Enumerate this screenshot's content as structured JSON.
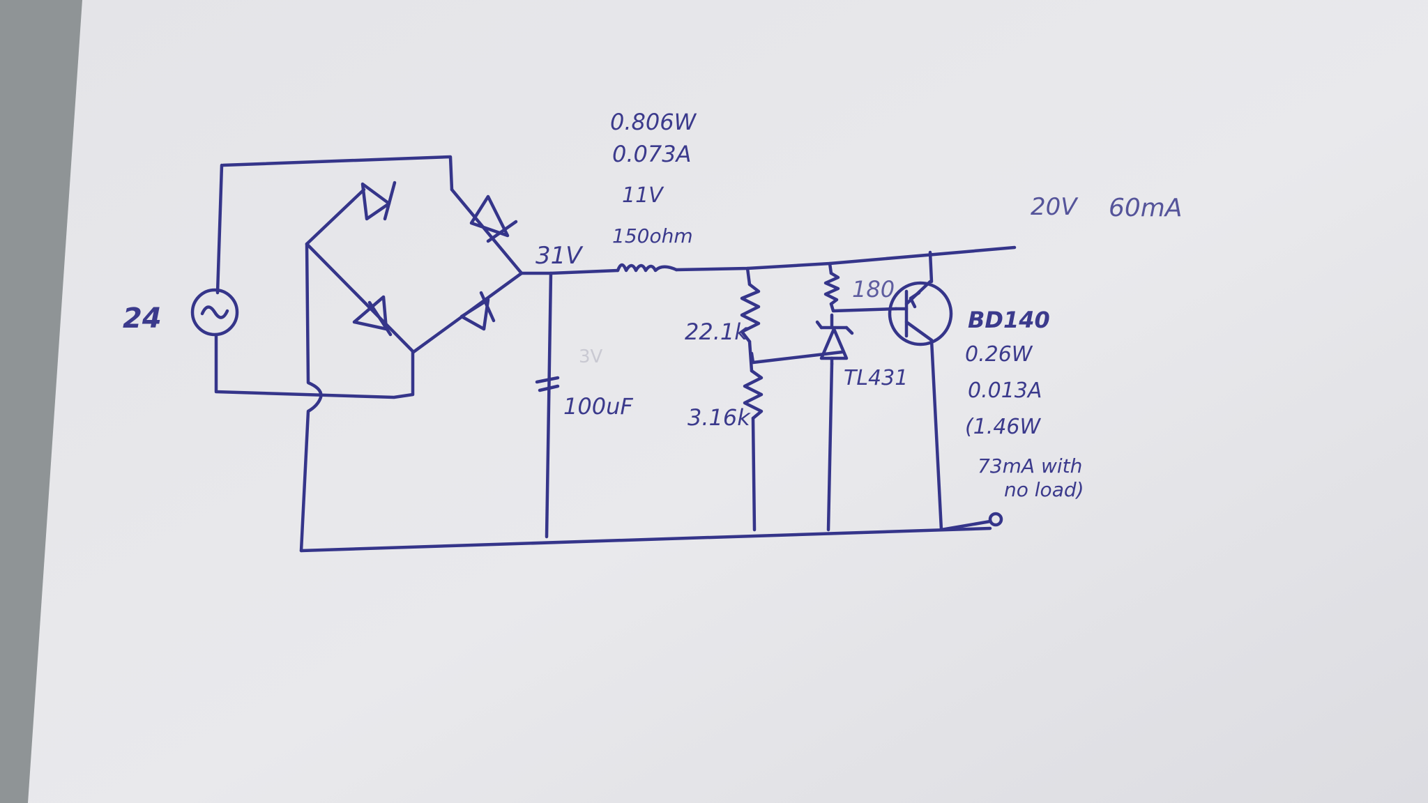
{
  "source": {
    "voltage_label": "24"
  },
  "bridge_output": {
    "voltage_label": "31V"
  },
  "series_resistor": {
    "power": "0.806W",
    "current": "0.073A",
    "drop": "11V",
    "resistance": "150ohm"
  },
  "capacitor": {
    "label": "100uF"
  },
  "divider": {
    "upper": "22.1k",
    "lower": "3.16k"
  },
  "base_resistor": {
    "label": "180"
  },
  "regulator": {
    "label": "TL431"
  },
  "transistor": {
    "label": "BD140",
    "power": "0.26W",
    "current": "0.013A",
    "note_line1": "(1.46W",
    "note_line2": "73mA with",
    "note_line3": "no load)"
  },
  "output": {
    "voltage": "20V",
    "current": "60mA"
  },
  "colors": {
    "ink": "#35358a",
    "paper": "#e6e6e9",
    "background": "#8f9496"
  }
}
